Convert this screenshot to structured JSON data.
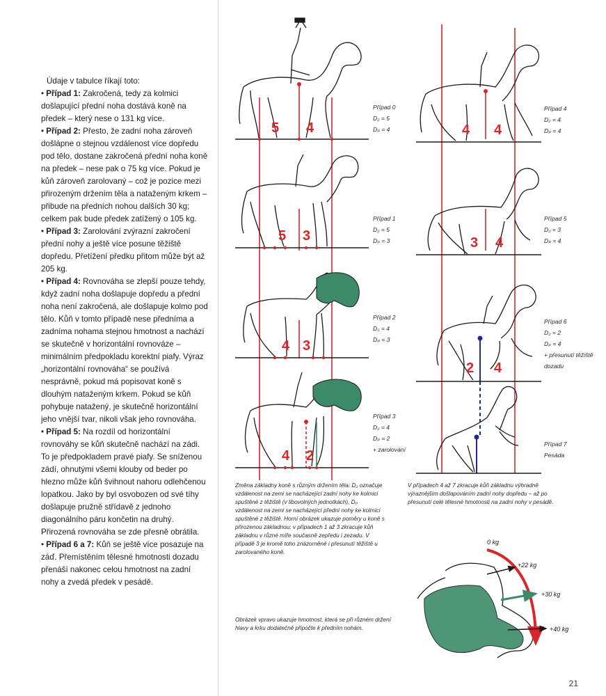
{
  "left_column": {
    "intro": "Údaje v tabulce říkají toto:",
    "items": [
      {
        "title": "Případ 1:",
        "text": "Zakročená, tedy za kolmici došlapující přední noha dostává koně na předek – který nese o 131 kg více."
      },
      {
        "title": "Případ 2:",
        "text": "Přesto, že zadní noha zároveň došlápne o stejnou vzdálenost více dopředu pod tělo, dostane zakročená přední noha koně na předek – nese pak o 75 kg více. Pokud je kůň zároveň zarolovaný – což je pozice mezi přirozeným držením těla a nataženým krkem – přibude na předních nohou dalších 30 kg; celkem pak bude předek zatížený o 105 kg."
      },
      {
        "title": "Případ 3:",
        "text": "Zarolování zvýrazní zakročení přední nohy a ještě více posune těžiště dopředu. Přetížení předku přitom může být až 205 kg."
      },
      {
        "title": "Případ 4:",
        "text": "Rovnováha se zlepší pouze tehdy, když zadní noha došlapuje dopředu a přední noha není zakročená, ale došlapuje kolmo pod tělo. Kůň v tomto případě nese předníma a zadníma nohama stejnou hmotnost a nachází se skutečně v horizontální rovnováze – minimálním předpokladu korektní piafy. Výraz „horizontální rovnováha“ se používá nesprávně, pokud má popisovat koně s dlouhým nataženým krkem. Pokud se kůň pohybuje natažený, je skutečně horizontální jeho vnější tvar, nikoli však jeho rovnováha."
      },
      {
        "title": "Případ 5:",
        "text": "Na rozdíl od horizontální rovnováhy se kůň skutečně nachází na zádi. To je předpokladem pravé piafy. Se sníženou zádí, ohnutými všemi klouby od beder po hlezno může kůň švihnout nahoru odlehčenou lopatkou. Jako by byl osvobozen od své tíhy došlapuje pružně střídavě z jednoho diagonálního páru končetin na druhý. Přirozená rovnováha se zde přesně obrátila."
      },
      {
        "title": "Případ 6 a 7:",
        "text": "Kůň se ještě více posazuje na záď. Přemístěním tělesné hmotnosti dozadu přenáší nakonec celou hmotnost na zadní nohy a zvedá předek v pesádě."
      }
    ]
  },
  "cases_left": [
    {
      "title": "Případ 0",
      "dz": "D₂ = 5",
      "dp": "Dₚ = 4",
      "extra": ""
    },
    {
      "title": "Případ 1",
      "dz": "D₂ = 5",
      "dp": "Dₚ = 3",
      "extra": ""
    },
    {
      "title": "Případ 2",
      "dz": "D₂ = 4",
      "dp": "Dₚ = 3",
      "extra": ""
    },
    {
      "title": "Případ 3",
      "dz": "D₂ = 4",
      "dp": "Dₚ = 2",
      "extra": "+ zarolování"
    }
  ],
  "cases_right": [
    {
      "title": "Případ 4",
      "dz": "D₂ = 4",
      "dp": "Dₚ = 4",
      "extra": ""
    },
    {
      "title": "Případ 5",
      "dz": "D₂ = 3",
      "dp": "Dₚ = 4",
      "extra": ""
    },
    {
      "title": "Případ 6",
      "dz": "D₂ = 2",
      "dp": "Dₚ = 4",
      "extra": "+ přesunutí těžiště dozadu"
    },
    {
      "title": "Případ 7",
      "dz": "Pesáda",
      "dp": "",
      "extra": ""
    }
  ],
  "numbers_left": [
    [
      "5",
      "4"
    ],
    [
      "5",
      "3"
    ],
    [
      "4",
      "3"
    ],
    [
      "4",
      "2"
    ]
  ],
  "numbers_right": [
    [
      "4",
      "4"
    ],
    [
      "3",
      "4"
    ],
    [
      "2",
      "4"
    ]
  ],
  "caption_left": "Změna základny koně s různým držením těla: D₂ označuje vzdálenost na zemi se nacházející zadní nohy ke kolmici spuštěné z těžiště (v libovolných jednotkách), Dₚ vzdálenost na zemi se nacházející přední nohy ke kolmici spuštěné z těžiště. Horní obrázek ukazuje poměry u koně s přirozenou základnou; v případech 1 až 3 zkracuje kůň základnu v různé míře současně zepředu i zezadu. V případě 3 je kromě toho znázorněné i přesunutí těžiště u zarolovaného koně.",
  "caption_right": "V případech 4 až 7 zkracuje kůň základnu výhradně výraznějším došlapováním zadní nohy dopředu – až po přesunutí celé tělesné hmotnosti na zadní nohy v pesádě.",
  "caption_bottom": "Obrázek vpravo ukazuje hmotnost, která se při různém držení hlavy a krku dodatečně připočte k předním nohám.",
  "weights": [
    "0 kg",
    "+22 kg",
    "+30 kg",
    "+40 kg"
  ],
  "page_number": "21",
  "colors": {
    "red": "#d8262b",
    "navy": "#1e2b8c",
    "green": "#3d8a6a",
    "black": "#1a1a1a"
  }
}
